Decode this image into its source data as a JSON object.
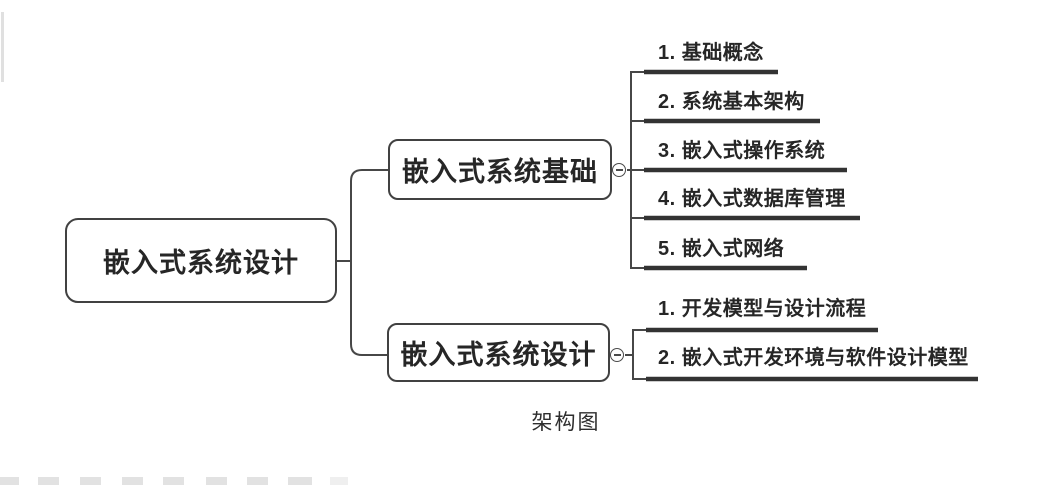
{
  "figure": {
    "caption": "架构图"
  },
  "mindmap": {
    "root": {
      "label": "嵌入式系统设计"
    },
    "branches": [
      {
        "label": "嵌入式系统基础",
        "toggle": "minus",
        "children": [
          "1. 基础概念",
          "2. 系统基本架构",
          "3. 嵌入式操作系统",
          "4. 嵌入式数据库管理",
          "5. 嵌入式网络"
        ]
      },
      {
        "label": "嵌入式系统设计",
        "toggle": "minus",
        "children": [
          "1. 开发模型与设计流程",
          "2. 嵌入式开发环境与软件设计模型"
        ]
      }
    ]
  },
  "colors": {
    "ink": "#262626",
    "border": "#414141",
    "connector": "#474747",
    "underline": "#333333",
    "scan_artifact": "#e2e2e2",
    "background": "#ffffff"
  }
}
